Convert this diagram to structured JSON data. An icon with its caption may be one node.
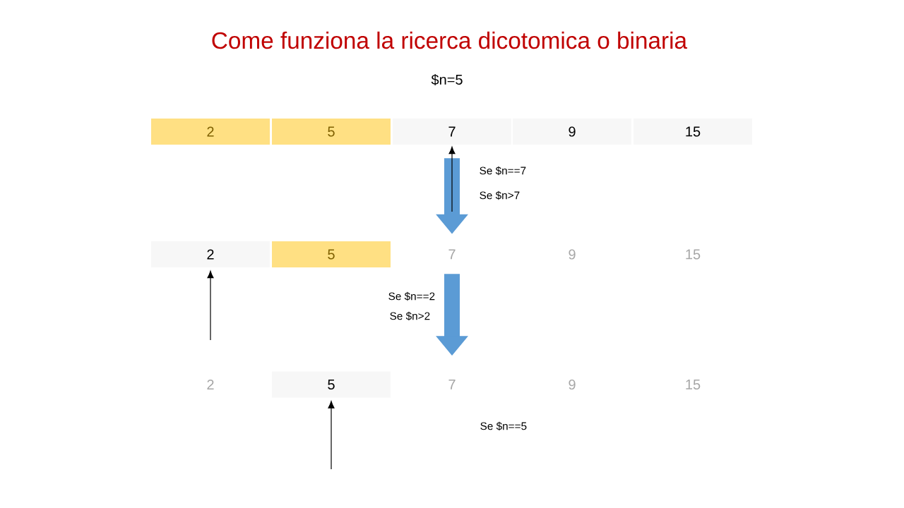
{
  "diagram": {
    "title": "Come funziona la ricerca dicotomica o binaria",
    "nodes": [
      {
        "text": [
          "2"
        ]
      },
      {
        "text": [
          "5"
        ]
      },
      {
        "text": [
          "7"
        ]
      },
      {
        "text": [
          "9"
        ]
      },
      {
        "text": [
          "15"
        ]
      },
      {
        "text": [
          "2"
        ]
      },
      {
        "text": [
          "5"
        ]
      },
      {
        "text": [
          "7"
        ]
      },
      {
        "text": [
          "9"
        ]
      },
      {
        "text": [
          "15"
        ]
      },
      {
        "text": [
          "2"
        ]
      },
      {
        "text": [
          "5"
        ]
      },
      {
        "text": [
          "7"
        ]
      },
      {
        "text": [
          "9"
        ]
      },
      {
        "text": [
          "15"
        ]
      }
    ],
    "edges": [
      {
        "from": 2,
        "to": 7,
        "arrow": "to",
        "style": "thick",
        "color": "#5b9bd5"
      },
      {
        "from": null,
        "to": 2,
        "arrow": "to"
      },
      {
        "from": 7,
        "to": 12,
        "arrow": "to",
        "style": "thick",
        "color": "#5b9bd5"
      },
      {
        "from": null,
        "to": 5,
        "arrow": "to"
      },
      {
        "from": null,
        "to": 11,
        "arrow": "to"
      }
    ],
    "labels": [
      "$n=5",
      "Se $n==7",
      "Se $n>7",
      "Se $n==2",
      "Se $n>2",
      "Se $n==5"
    ]
  }
}
